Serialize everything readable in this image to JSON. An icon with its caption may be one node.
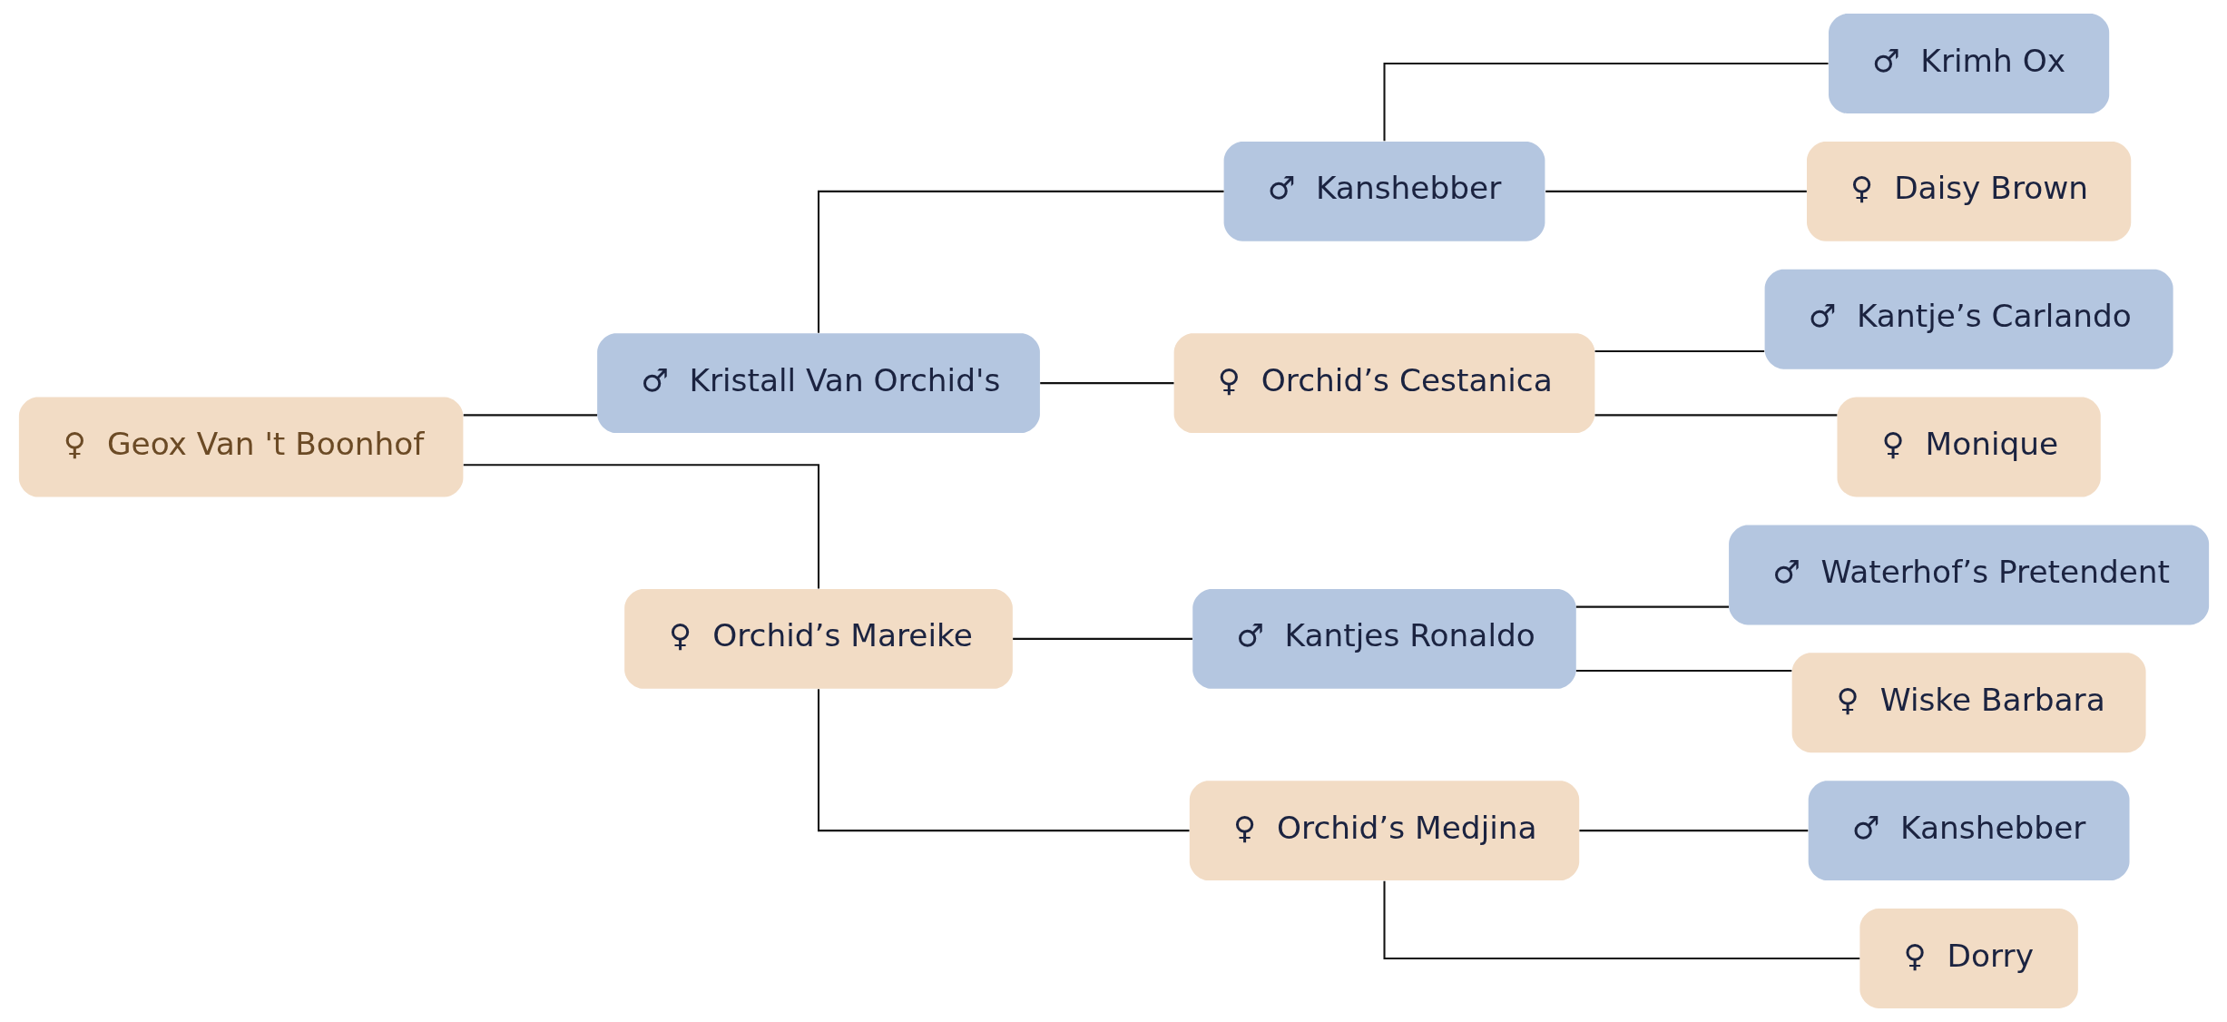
{
  "diagram": {
    "nodes": [
      {
        "text": [
          "♀",
          "Geox Van 't Boonhof"
        ]
      },
      {
        "text": [
          "♂",
          "Kristall Van Orchid's"
        ]
      },
      {
        "text": [
          "♀",
          "Orchid’s Mareike"
        ]
      },
      {
        "text": [
          "♂",
          "Kanshebber"
        ]
      },
      {
        "text": [
          "♀",
          "Orchid’s Cestanica"
        ]
      },
      {
        "text": [
          "♂",
          "Kantjes Ronaldo"
        ]
      },
      {
        "text": [
          "♀",
          "Orchid’s Medjina"
        ]
      },
      {
        "text": [
          "♂",
          "Krimh Ox"
        ]
      },
      {
        "text": [
          "♀",
          "Daisy Brown"
        ]
      },
      {
        "text": [
          "♂",
          "Kantje’s Carlando"
        ]
      },
      {
        "text": [
          "♀",
          "Monique"
        ]
      },
      {
        "text": [
          "♂",
          "Waterhof’s Pretendent"
        ]
      },
      {
        "text": [
          "♀",
          "Wiske Barbara"
        ]
      },
      {
        "text": [
          "♂",
          "Kanshebber"
        ]
      },
      {
        "text": [
          "♀",
          "Dorry"
        ]
      }
    ],
    "edges": [
      {
        "from": 0,
        "to": 1,
        "arrow": "none"
      },
      {
        "from": 0,
        "to": 2,
        "arrow": "none"
      },
      {
        "from": 1,
        "to": 3,
        "arrow": "none"
      },
      {
        "from": 1,
        "to": 4,
        "arrow": "none"
      },
      {
        "from": 2,
        "to": 5,
        "arrow": "none"
      },
      {
        "from": 2,
        "to": 6,
        "arrow": "none"
      },
      {
        "from": 3,
        "to": 7,
        "arrow": "none"
      },
      {
        "from": 3,
        "to": 8,
        "arrow": "none"
      },
      {
        "from": 4,
        "to": 9,
        "arrow": "none"
      },
      {
        "from": 4,
        "to": 10,
        "arrow": "none"
      },
      {
        "from": 5,
        "to": 11,
        "arrow": "none"
      },
      {
        "from": 5,
        "to": 12,
        "arrow": "none"
      },
      {
        "from": 6,
        "to": 13,
        "arrow": "none"
      },
      {
        "from": 6,
        "to": 14,
        "arrow": "none"
      }
    ]
  }
}
